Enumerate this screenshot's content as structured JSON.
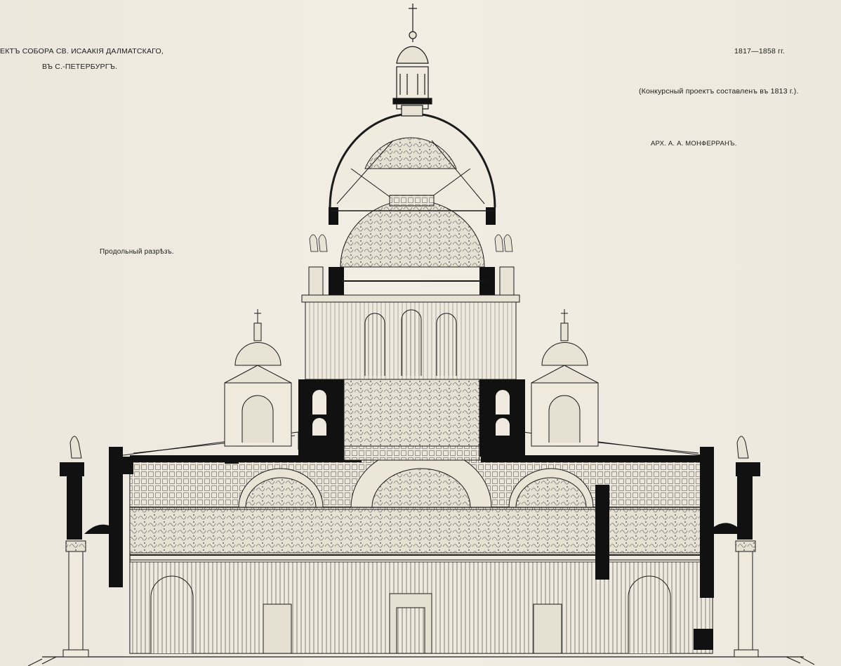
{
  "sheet": {
    "title_line1": "ЕКТЪ СОБОРА СВ. ИСААКІЯ ДАЛМАТСКАГО,",
    "title_line2": "ВЪ С.-ПЕТЕРБУРГЪ.",
    "dates": "1817—1858 гг.",
    "competition_note": "(Конкурсный проектъ составленъ въ 1813 г.).",
    "architect": "АРХ. А. А. МОНФЕРРАНЪ.",
    "section_label": "Продольный разрѣзъ."
  },
  "colors": {
    "paper": "#efebe0",
    "ink": "#1b1b1b",
    "cut": "#111111"
  }
}
